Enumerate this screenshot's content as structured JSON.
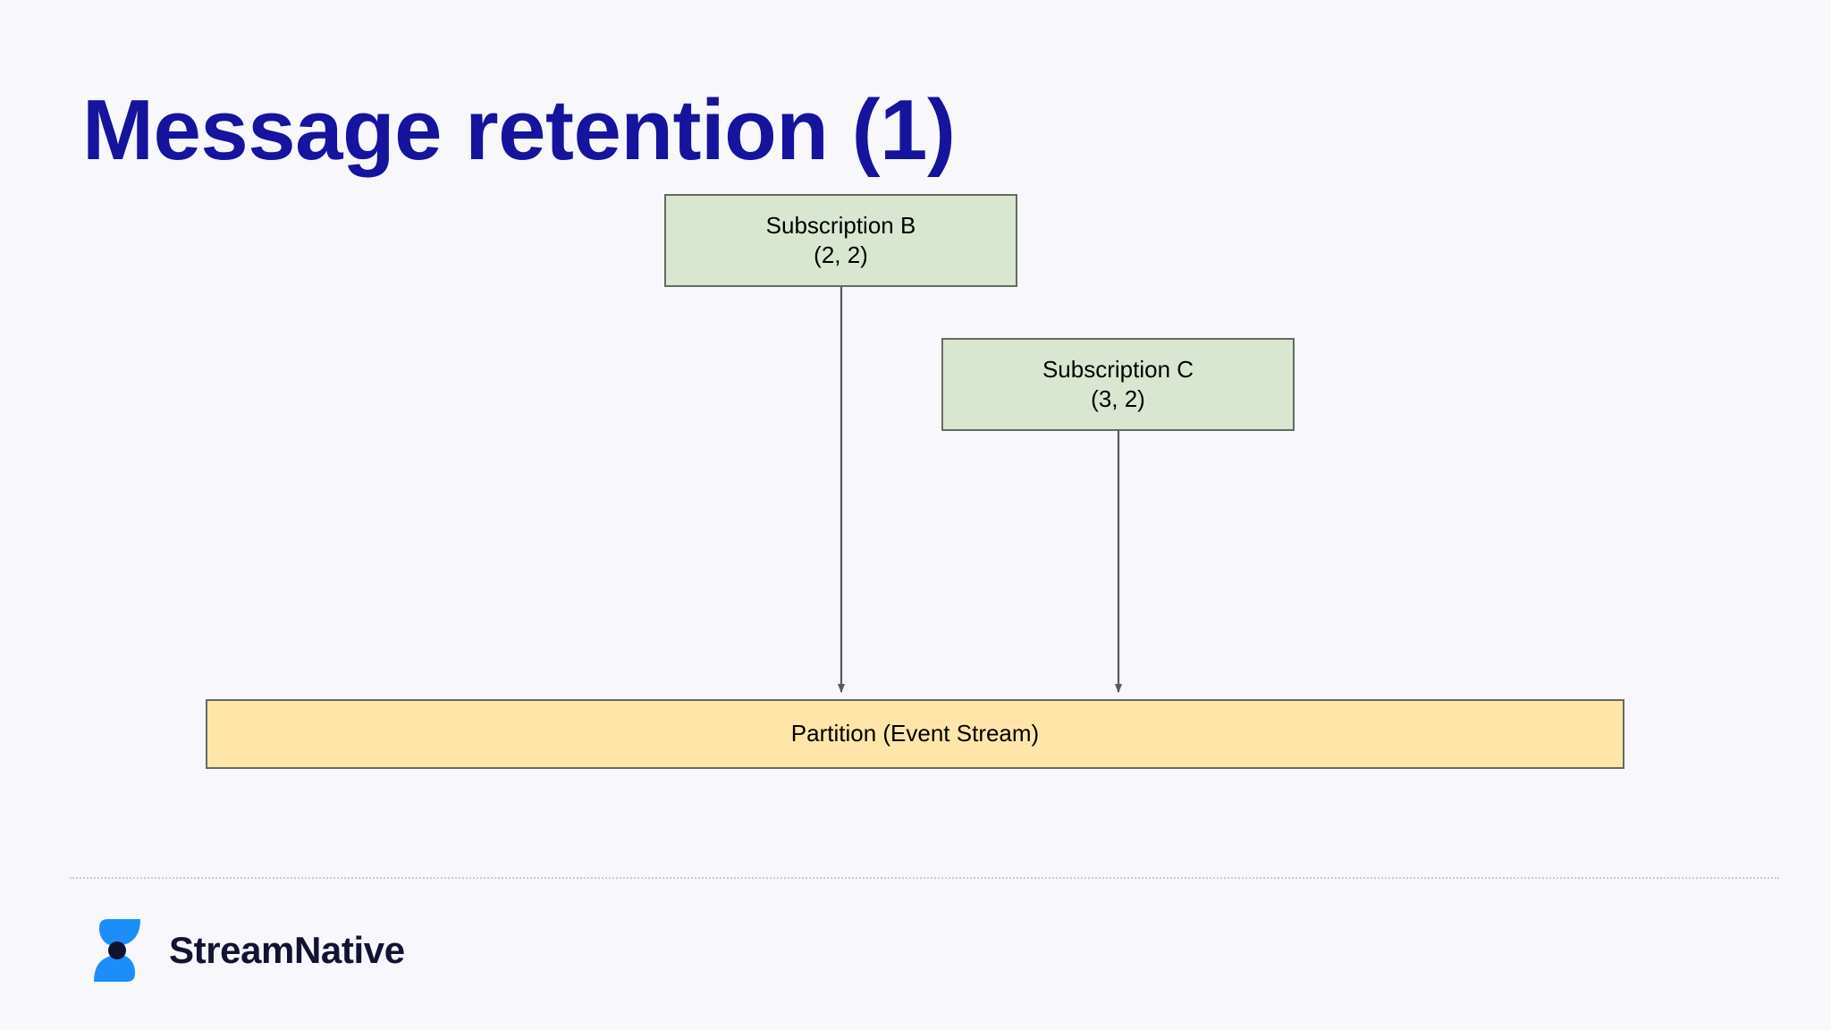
{
  "slide": {
    "title": "Message retention (1)",
    "background_color": "#f7f7fc",
    "title_color": "#16139e"
  },
  "diagram": {
    "type": "flow-diagram",
    "nodes": [
      {
        "id": "subscription-b",
        "label": "Subscription B",
        "value": "(2, 2)",
        "fill": "#d9e7d0",
        "stroke": "#646b63"
      },
      {
        "id": "subscription-c",
        "label": "Subscription C",
        "value": "(3, 2)",
        "fill": "#d9e7d0",
        "stroke": "#646b63"
      },
      {
        "id": "partition",
        "label": "Partition (Event Stream)",
        "fill": "#ffe6a8",
        "stroke": "#646b63"
      }
    ],
    "edges": [
      {
        "from": "subscription-b",
        "to": "partition",
        "arrow": "down"
      },
      {
        "from": "subscription-c",
        "to": "partition",
        "arrow": "down"
      }
    ]
  },
  "footer": {
    "brand_name": "StreamNative",
    "brand_mark_color": "#1c8ef9",
    "brand_dot_color": "#121331",
    "divider_color": "#c9c9d6"
  }
}
